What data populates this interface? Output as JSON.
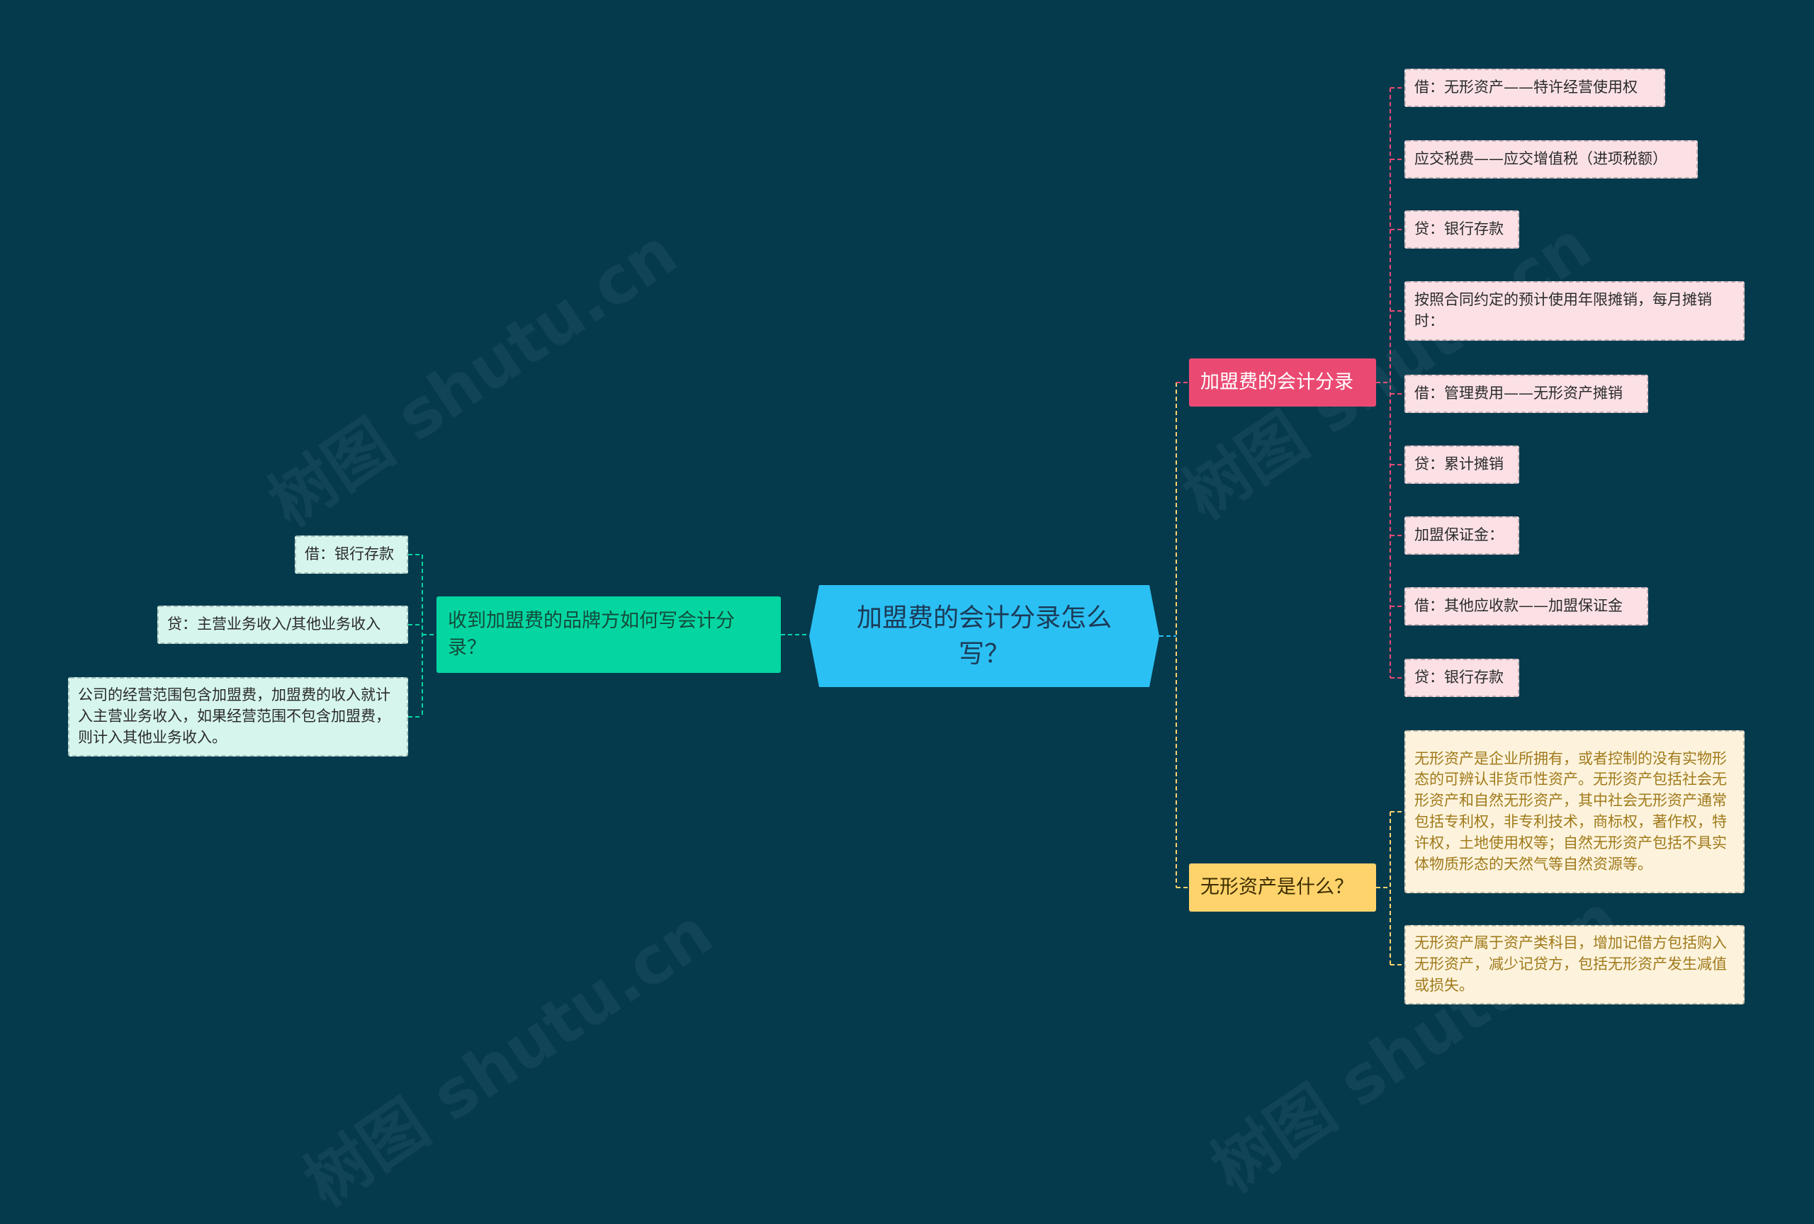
{
  "root": {
    "label": "加盟费的会计分录怎么写？"
  },
  "branches": {
    "entries": {
      "label": "加盟费的会计分录",
      "items": [
        "借：无形资产——特许经营使用权",
        "应交税费——应交增值税（进项税额）",
        "贷：银行存款",
        "按照合同约定的预计使用年限摊销，每月摊销时：",
        "借：管理费用——无形资产摊销",
        "贷：累计摊销",
        "加盟保证金：",
        "借：其他应收款——加盟保证金",
        "贷：银行存款"
      ]
    },
    "intangible": {
      "label": "无形资产是什么？",
      "items": [
        "无形资产是企业所拥有，或者控制的没有实物形态的可辨认非货币性资产。无形资产包括社会无形资产和自然无形资产，其中社会无形资产通常包括专利权，非专利技术，商标权，著作权，特许权，土地使用权等；自然无形资产包括不具实体物质形态的天然气等自然资源等。",
        "无形资产属于资产类科目，增加记借方包括购入无形资产，减少记贷方，包括无形资产发生减值或损失。"
      ]
    },
    "brand": {
      "label": "收到加盟费的品牌方如何写会计分录？",
      "items": [
        "借：银行存款",
        "贷：主营业务收入/其他业务收入",
        "公司的经营范围包含加盟费，加盟费的收入就计入主营业务收入，如果经营范围不包含加盟费，则计入其他业务收入。"
      ]
    }
  },
  "watermark": "树图 shutu.cn",
  "colors": {
    "background": "#053a4d",
    "root": "#2bc0f3",
    "entries": "#ea4a72",
    "brand": "#05d6a1",
    "intangible": "#ffd36b"
  }
}
